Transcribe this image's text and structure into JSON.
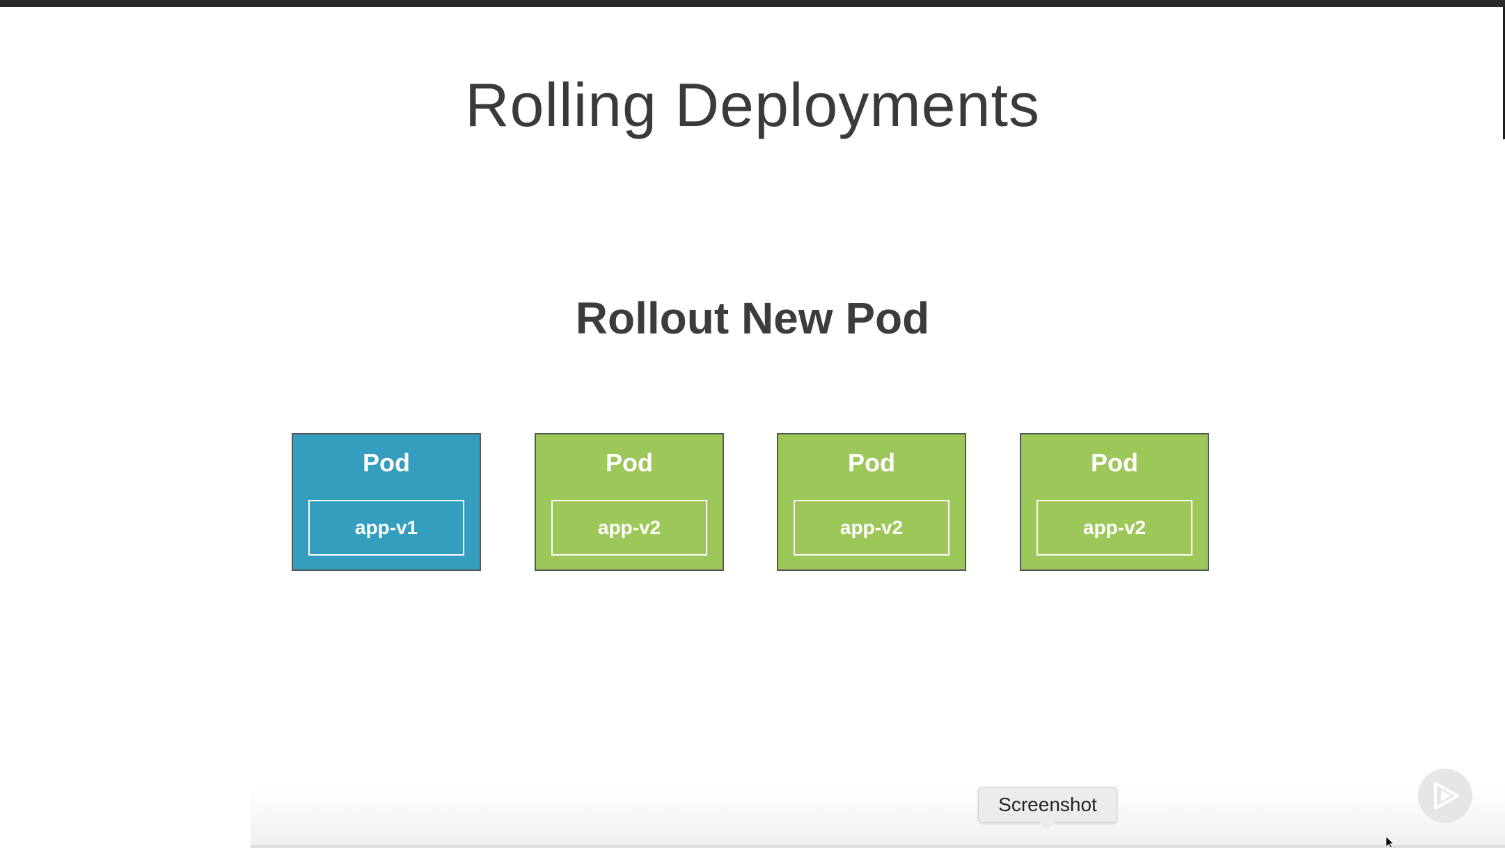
{
  "slide": {
    "title": "Rolling Deployments",
    "subtitle": "Rollout New Pod"
  },
  "pods": [
    {
      "label": "Pod",
      "container": "app-v1",
      "color": "#359dbe"
    },
    {
      "label": "Pod",
      "container": "app-v2",
      "color": "#9ec75a"
    },
    {
      "label": "Pod",
      "container": "app-v2",
      "color": "#9ec75a"
    },
    {
      "label": "Pod",
      "container": "app-v2",
      "color": "#9ec75a"
    }
  ],
  "tooltip": {
    "text": "Screenshot"
  },
  "controls": {
    "play_icon": "play-icon"
  }
}
